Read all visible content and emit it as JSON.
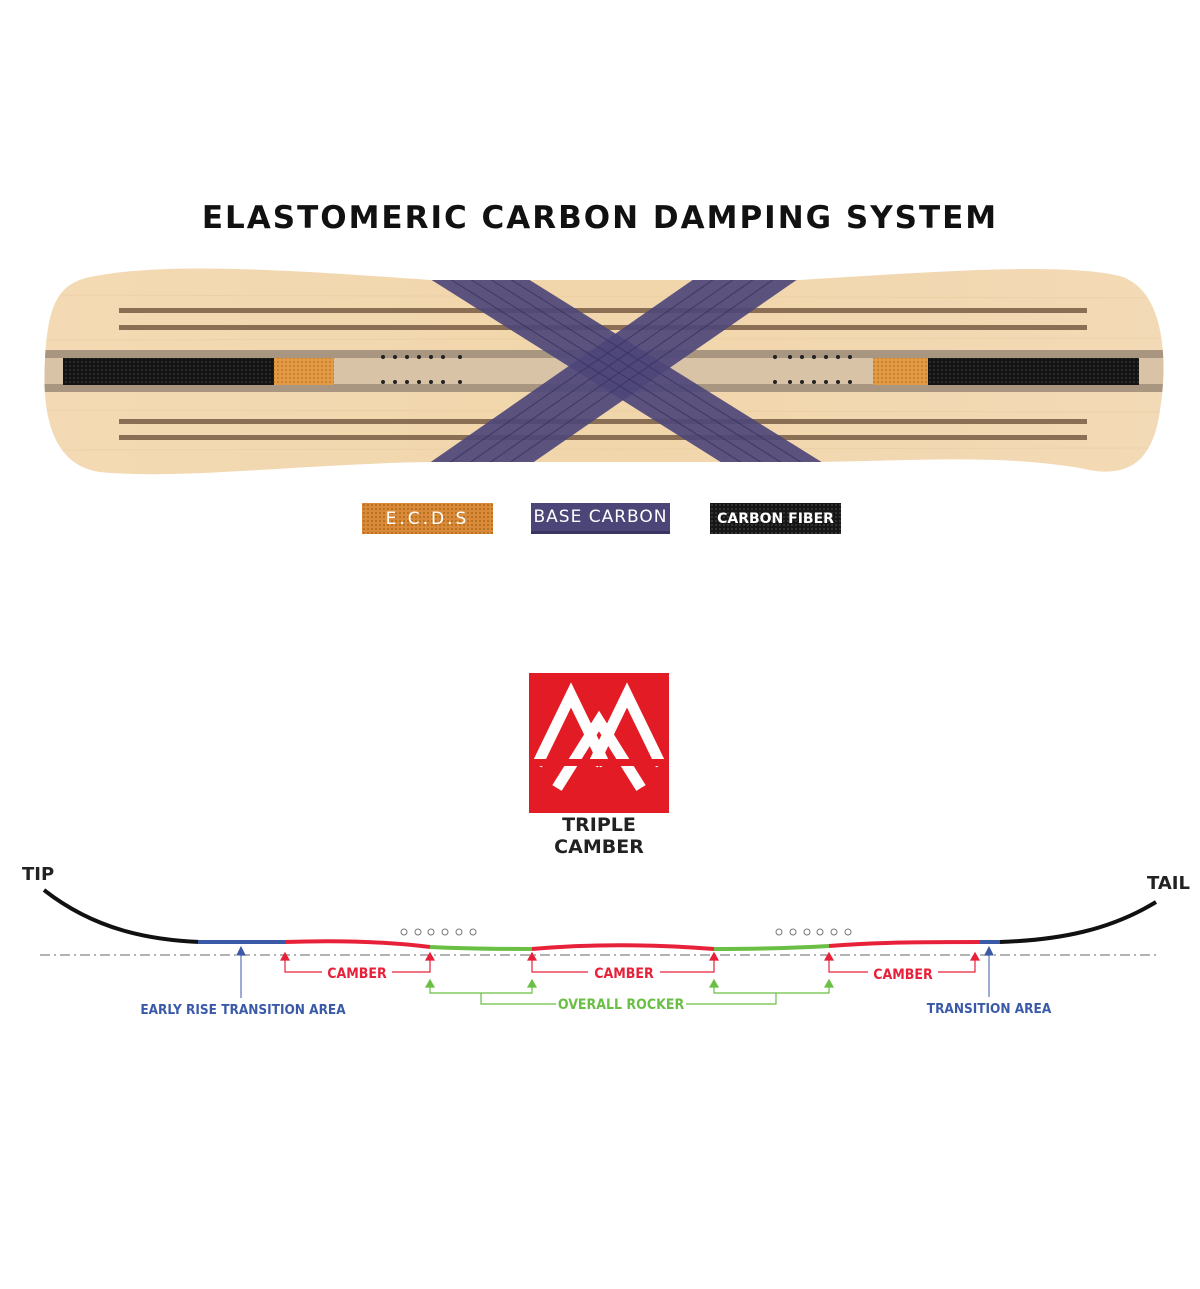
{
  "title": "ELASTOMERIC CARBON DAMPING SYSTEM",
  "legend": {
    "ecds": "E.C.D.S",
    "base_carbon": "BASE CARBON",
    "carbon_fiber": "CARBON FIBER"
  },
  "profile": {
    "logo_label": "TRIPLE CAMBER",
    "tip": "TIP",
    "tail": "TAIL",
    "camber_labels": [
      "CAMBER",
      "CAMBER",
      "CAMBER"
    ],
    "overall_rocker": "OVERALL ROCKER",
    "early_rise_transition": "EARLY RISE TRANSITION AREA",
    "transition": "TRANSITION AREA"
  },
  "colors": {
    "camber": "#e8213a",
    "rocker": "#6abf45",
    "transition": "#3a5aa8",
    "base_carbon": "#4c4577",
    "ecds": "#d98a3a",
    "wood": "#f0d4aa",
    "logo_bg": "#e21b24"
  },
  "icons": [
    "triple-camber-logo-icon",
    "binding-insert-icons"
  ]
}
